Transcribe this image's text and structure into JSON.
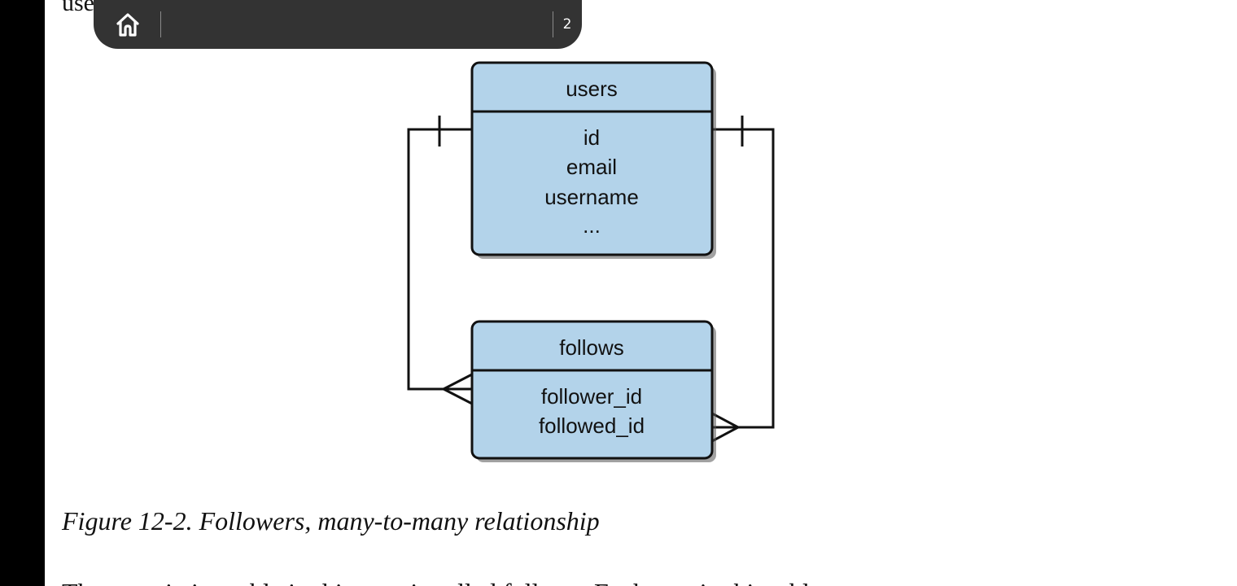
{
  "previous_text": "users",
  "toolbar": {
    "home_icon": "home-icon",
    "page_count": "2"
  },
  "diagram": {
    "tables": [
      {
        "name": "users",
        "fields": [
          "id",
          "email",
          "username",
          "..."
        ]
      },
      {
        "name": "follows",
        "fields": [
          "follower_id",
          "followed_id"
        ]
      }
    ],
    "relationships": [
      {
        "from": "users",
        "to": "follows",
        "from_cardinality": "one",
        "to_cardinality": "many"
      },
      {
        "from": "users",
        "to": "follows",
        "from_cardinality": "one",
        "to_cardinality": "many"
      }
    ],
    "colors": {
      "table_fill": "#b3d3ea",
      "stroke": "#111111"
    }
  },
  "caption": "Figure 12-2. Followers, many-to-many relationship",
  "next_text": "The association table in this case is called follows. Each row in this table"
}
